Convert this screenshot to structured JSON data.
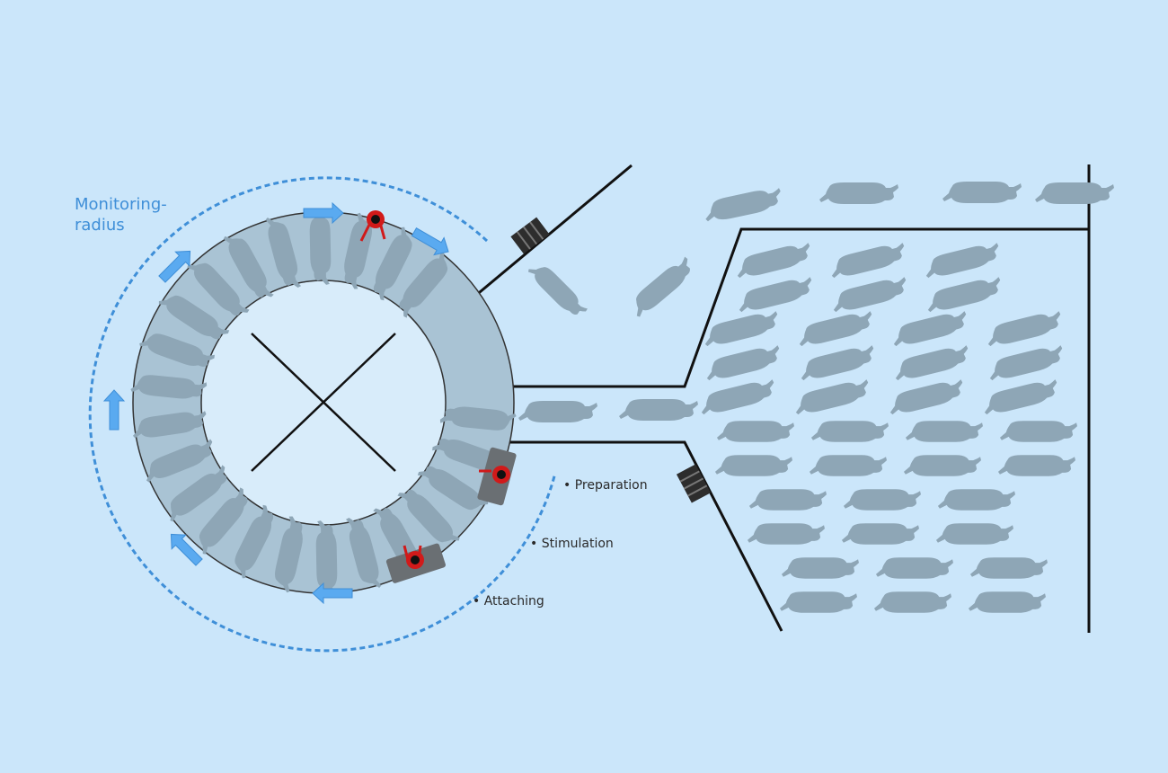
{
  "diagram": {
    "monitoring_label_line1": "Monitoring-",
    "monitoring_label_line2": "radius",
    "steps": [
      {
        "name": "preparation",
        "label": "• Preparation"
      },
      {
        "name": "stimulation",
        "label": "• Stimulation"
      },
      {
        "name": "attaching",
        "label": "• Attaching"
      }
    ],
    "colors": {
      "background": "#cbe6fa",
      "cow": "#8ea6b6",
      "platform": "#a9c3d4",
      "accent_blue": "#3f8fd8",
      "arrow_blue": "#5aaaf0",
      "robot_red": "#d11a1a",
      "robot_base": "#6a6f73",
      "line": "#111111"
    },
    "icons": [
      "cow-icon",
      "robot-arm-icon",
      "direction-arrow-icon",
      "sorting-gate-icon"
    ]
  }
}
